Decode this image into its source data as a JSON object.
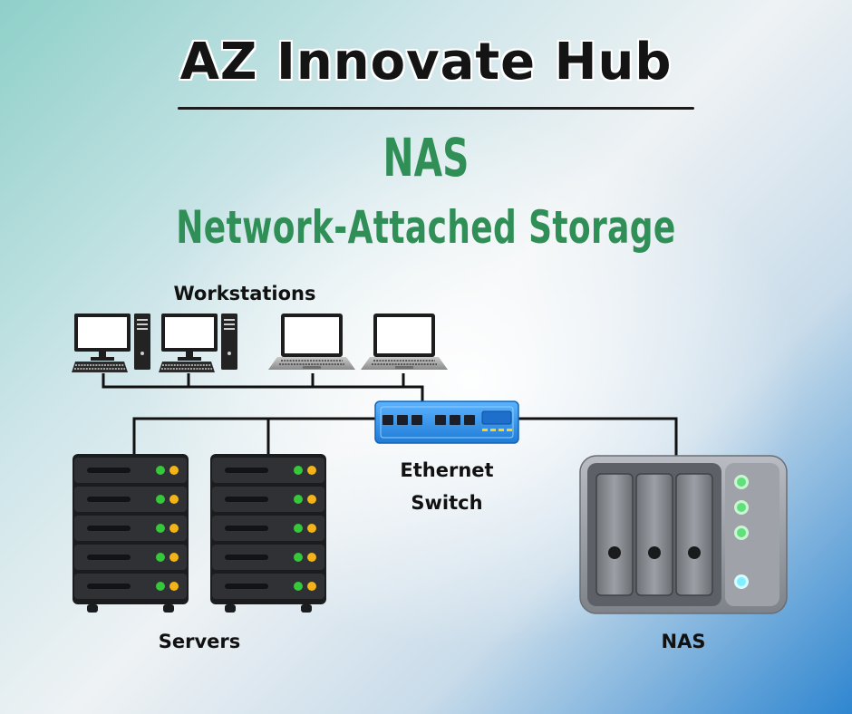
{
  "brand": "AZ Innovate Hub",
  "title": "NAS",
  "subtitle": "Network-Attached Storage",
  "labels": {
    "workstations": "Workstations",
    "switch_line1": "Ethernet",
    "switch_line2": "Switch",
    "servers": "Servers",
    "nas": "NAS"
  },
  "colors": {
    "title_green": "#2f8f57",
    "switch_blue": "#2c8ee8",
    "led_green": "#34c83a",
    "led_yellow": "#f2b417",
    "nas_led_green": "#5fe07a",
    "nas_led_cyan": "#7ff0ff",
    "cable": "#111111"
  }
}
